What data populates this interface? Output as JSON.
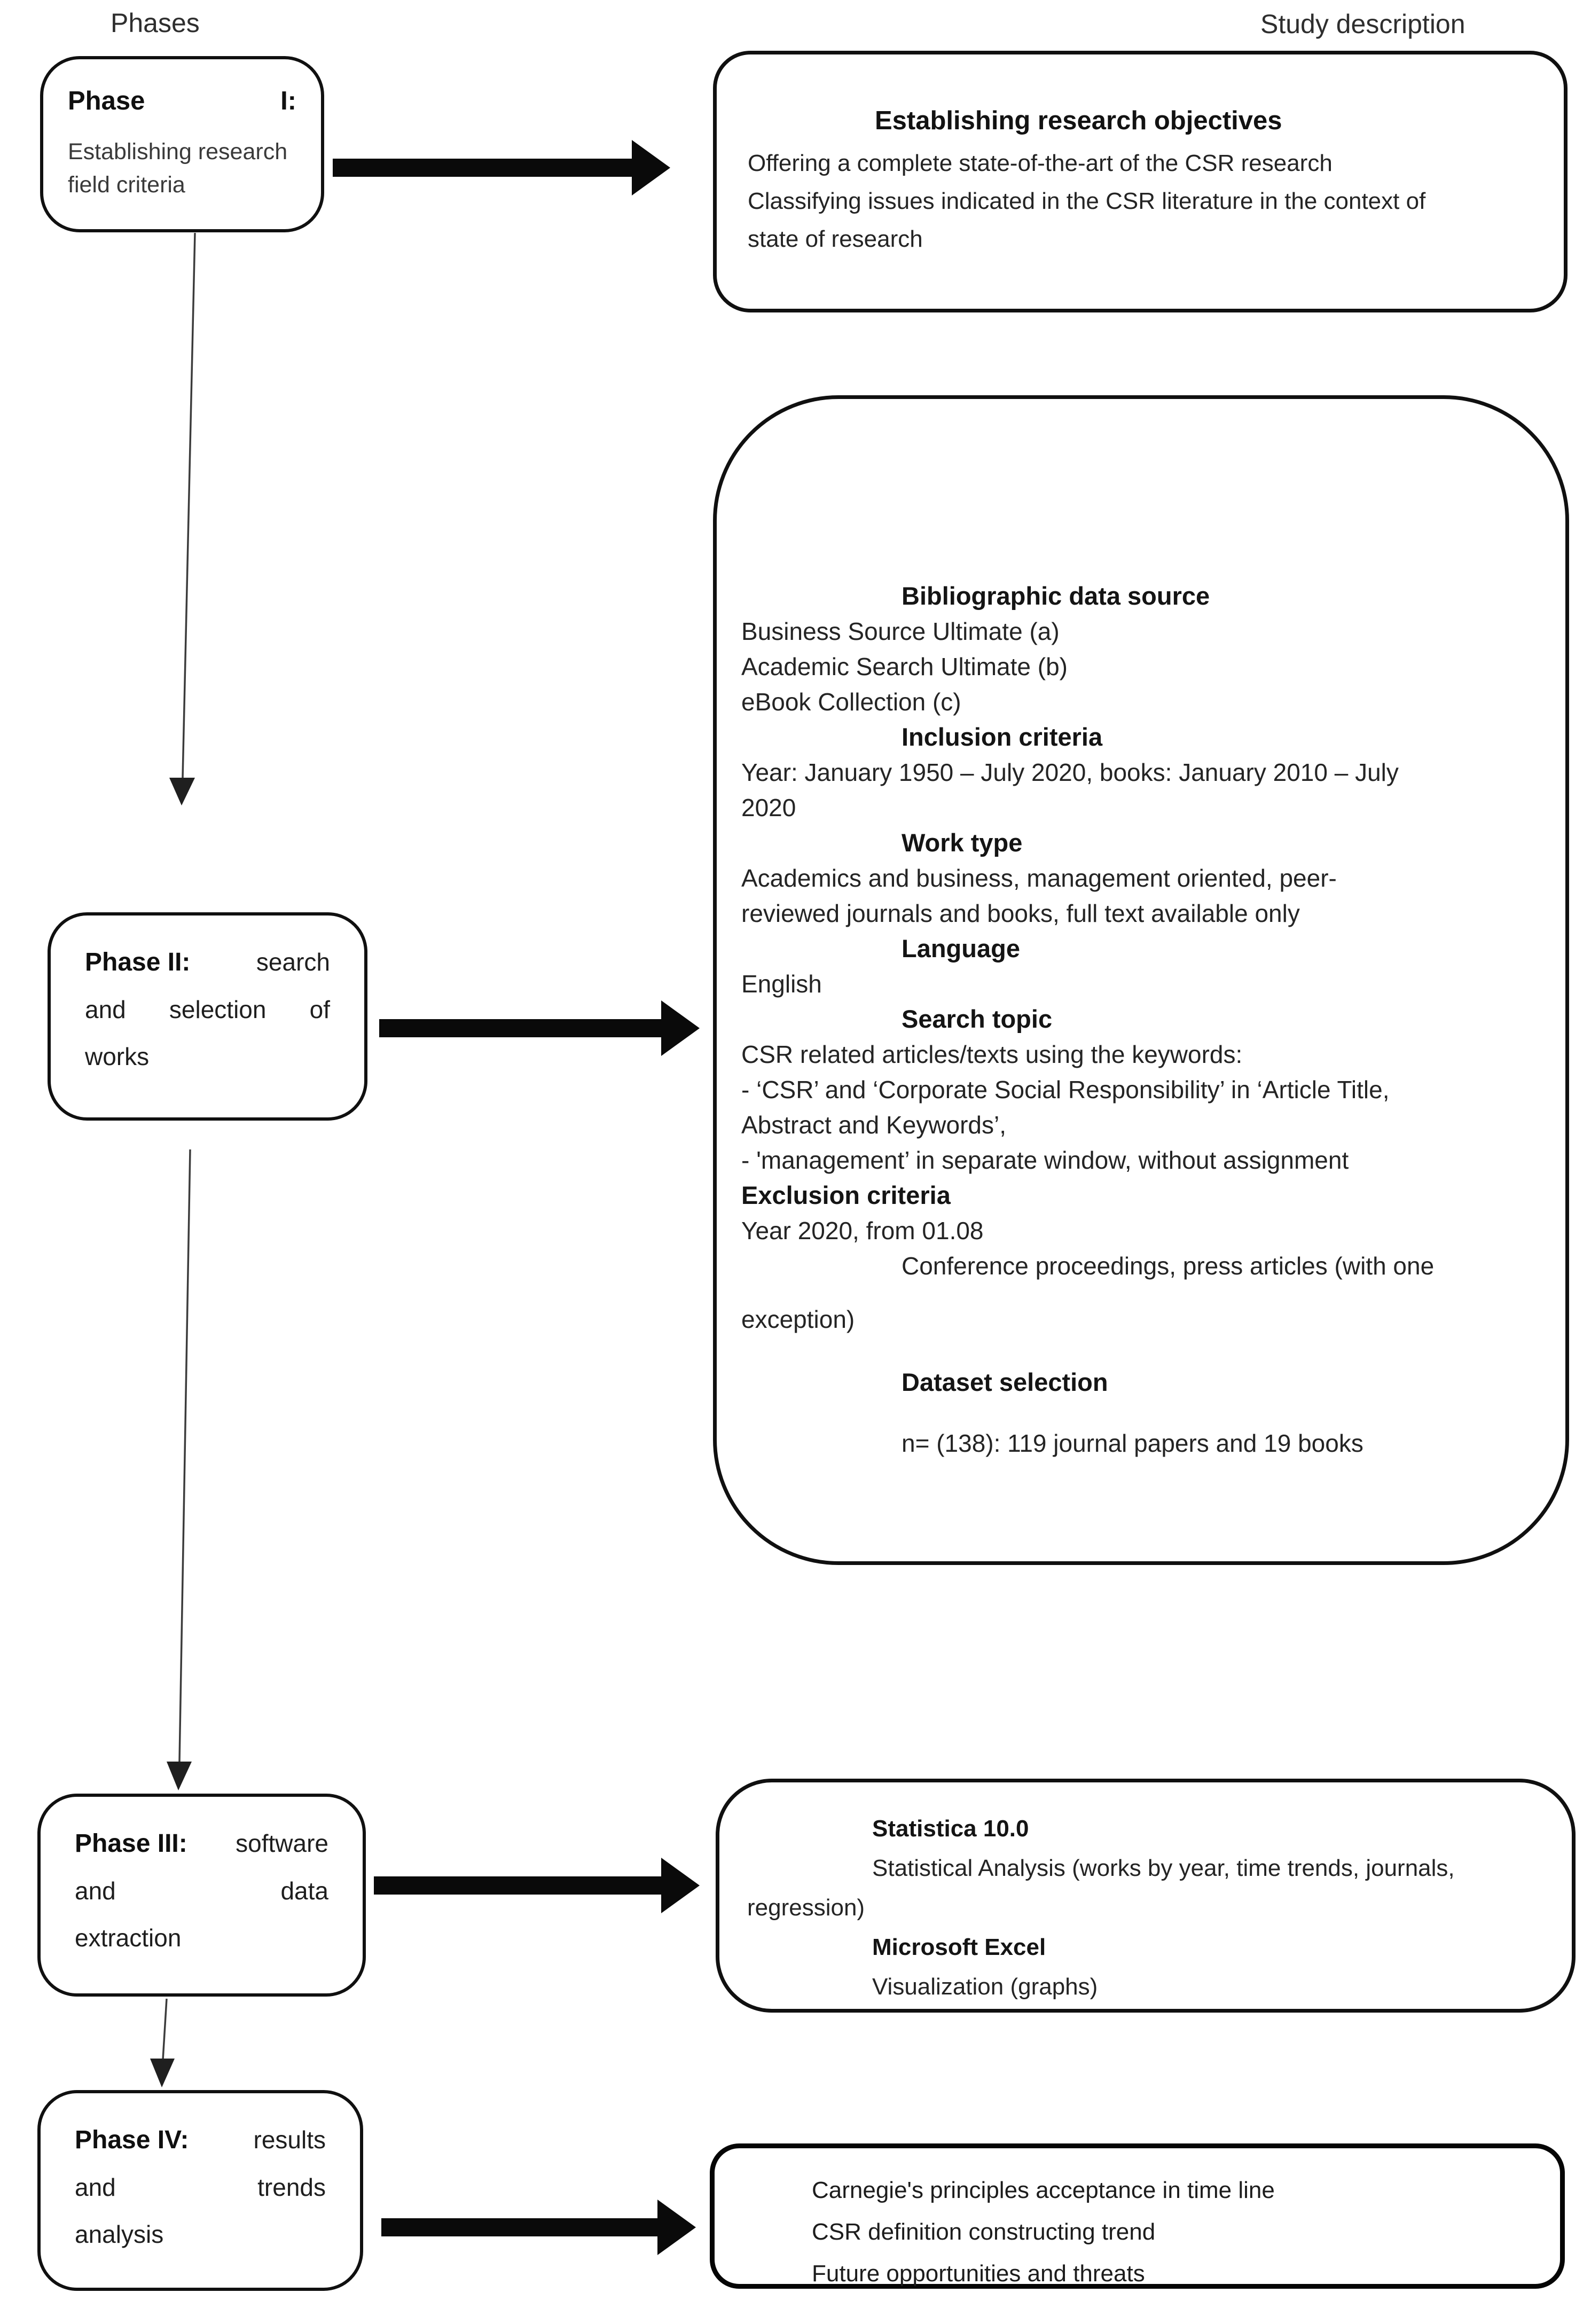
{
  "colors": {
    "ink": "#101010",
    "text": "#242424",
    "arrow": "#0a0a0a",
    "background": "#ffffff"
  },
  "headers": {
    "left": "Phases",
    "right": "Study description"
  },
  "icons": {
    "thick_arrow": "thick-right-arrow",
    "connector_arrow": "thin-down-arrow"
  },
  "phases": [
    {
      "title_word": "Phase",
      "numeral": "I:",
      "body_lines": [
        "Establishing research",
        "field criteria"
      ]
    },
    {
      "lines": [
        [
          {
            "t": "Phase II:",
            "b": 1
          },
          {
            "t": "search"
          }
        ],
        [
          {
            "t": "and"
          },
          {
            "t": "selection"
          },
          {
            "t": "of"
          }
        ],
        [
          {
            "t": "works"
          }
        ]
      ]
    },
    {
      "lines": [
        [
          {
            "t": "Phase III:",
            "b": 1
          },
          {
            "t": "software"
          }
        ],
        [
          {
            "t": "and"
          },
          {
            "t": "data"
          }
        ],
        [
          {
            "t": "extraction"
          }
        ]
      ]
    },
    {
      "lines": [
        [
          {
            "t": "Phase IV:",
            "b": 1
          },
          {
            "t": "results"
          }
        ],
        [
          {
            "t": "and"
          },
          {
            "t": "trends"
          }
        ],
        [
          {
            "t": "analysis"
          }
        ]
      ]
    }
  ],
  "objectives_box": {
    "title": "Establishing research objectives",
    "lines": [
      "Offering a complete state-of-the-art of the CSR research",
      "Classifying issues indicated in the CSR literature in the context of",
      "state of research"
    ]
  },
  "criteria_box": {
    "lines": [
      {
        "t": "Bibliographic data source",
        "b": 1,
        "ind": 1
      },
      {
        "t": "Business Source Ultimate (a)"
      },
      {
        "t": "Academic Search Ultimate (b)"
      },
      {
        "t": "eBook Collection (c)"
      },
      {
        "t": "Inclusion criteria",
        "b": 1,
        "ind": 1
      },
      {
        "t": "Year: January 1950 – July 2020, books: January 2010 – July"
      },
      {
        "t": "2020"
      },
      {
        "t": "Work type",
        "b": 1,
        "ind": 1
      },
      {
        "t": "Academics and business, management oriented, peer-"
      },
      {
        "t": "reviewed journals and books, full text available only"
      },
      {
        "t": "Language",
        "b": 1,
        "ind": 1
      },
      {
        "t": "English"
      },
      {
        "t": "Search topic",
        "b": 1,
        "ind": 1
      },
      {
        "t": "CSR related articles/texts using the keywords:"
      },
      {
        "t": "- ‘CSR’ and ‘Corporate Social Responsibility’ in ‘Article Title,"
      },
      {
        "t": "Abstract and Keywords’,"
      },
      {
        "t": "- 'management’ in separate window, without assignment"
      },
      {
        "t": "Exclusion criteria",
        "b": 1
      },
      {
        "t": "Year 2020, from 01.08"
      },
      {
        "t": "Conference proceedings, press articles (with one",
        "ind": 1
      },
      {
        "t": "exception)",
        "mt": 34
      },
      {
        "t": "Dataset selection",
        "b": 1,
        "ind": 1,
        "mt": 52
      },
      {
        "t": "n= (138): 119 journal papers and 19 books",
        "ind": 1,
        "mt": 48
      }
    ]
  },
  "software_box": {
    "lines": [
      {
        "t": "Statistica 10.0",
        "b": 1,
        "ind": 1
      },
      {
        "t": "Statistical Analysis (works by year, time trends, journals,",
        "ind": 1
      },
      {
        "t": "regression)",
        "out": 1
      },
      {
        "t": "Microsoft Excel",
        "b": 1,
        "ind": 1
      },
      {
        "t": "Visualization (graphs)",
        "ind": 1
      }
    ]
  },
  "results_box": {
    "lines": [
      "Carnegie's principles acceptance in time line",
      "CSR definition constructing trend",
      "Future opportunities and threats"
    ]
  }
}
